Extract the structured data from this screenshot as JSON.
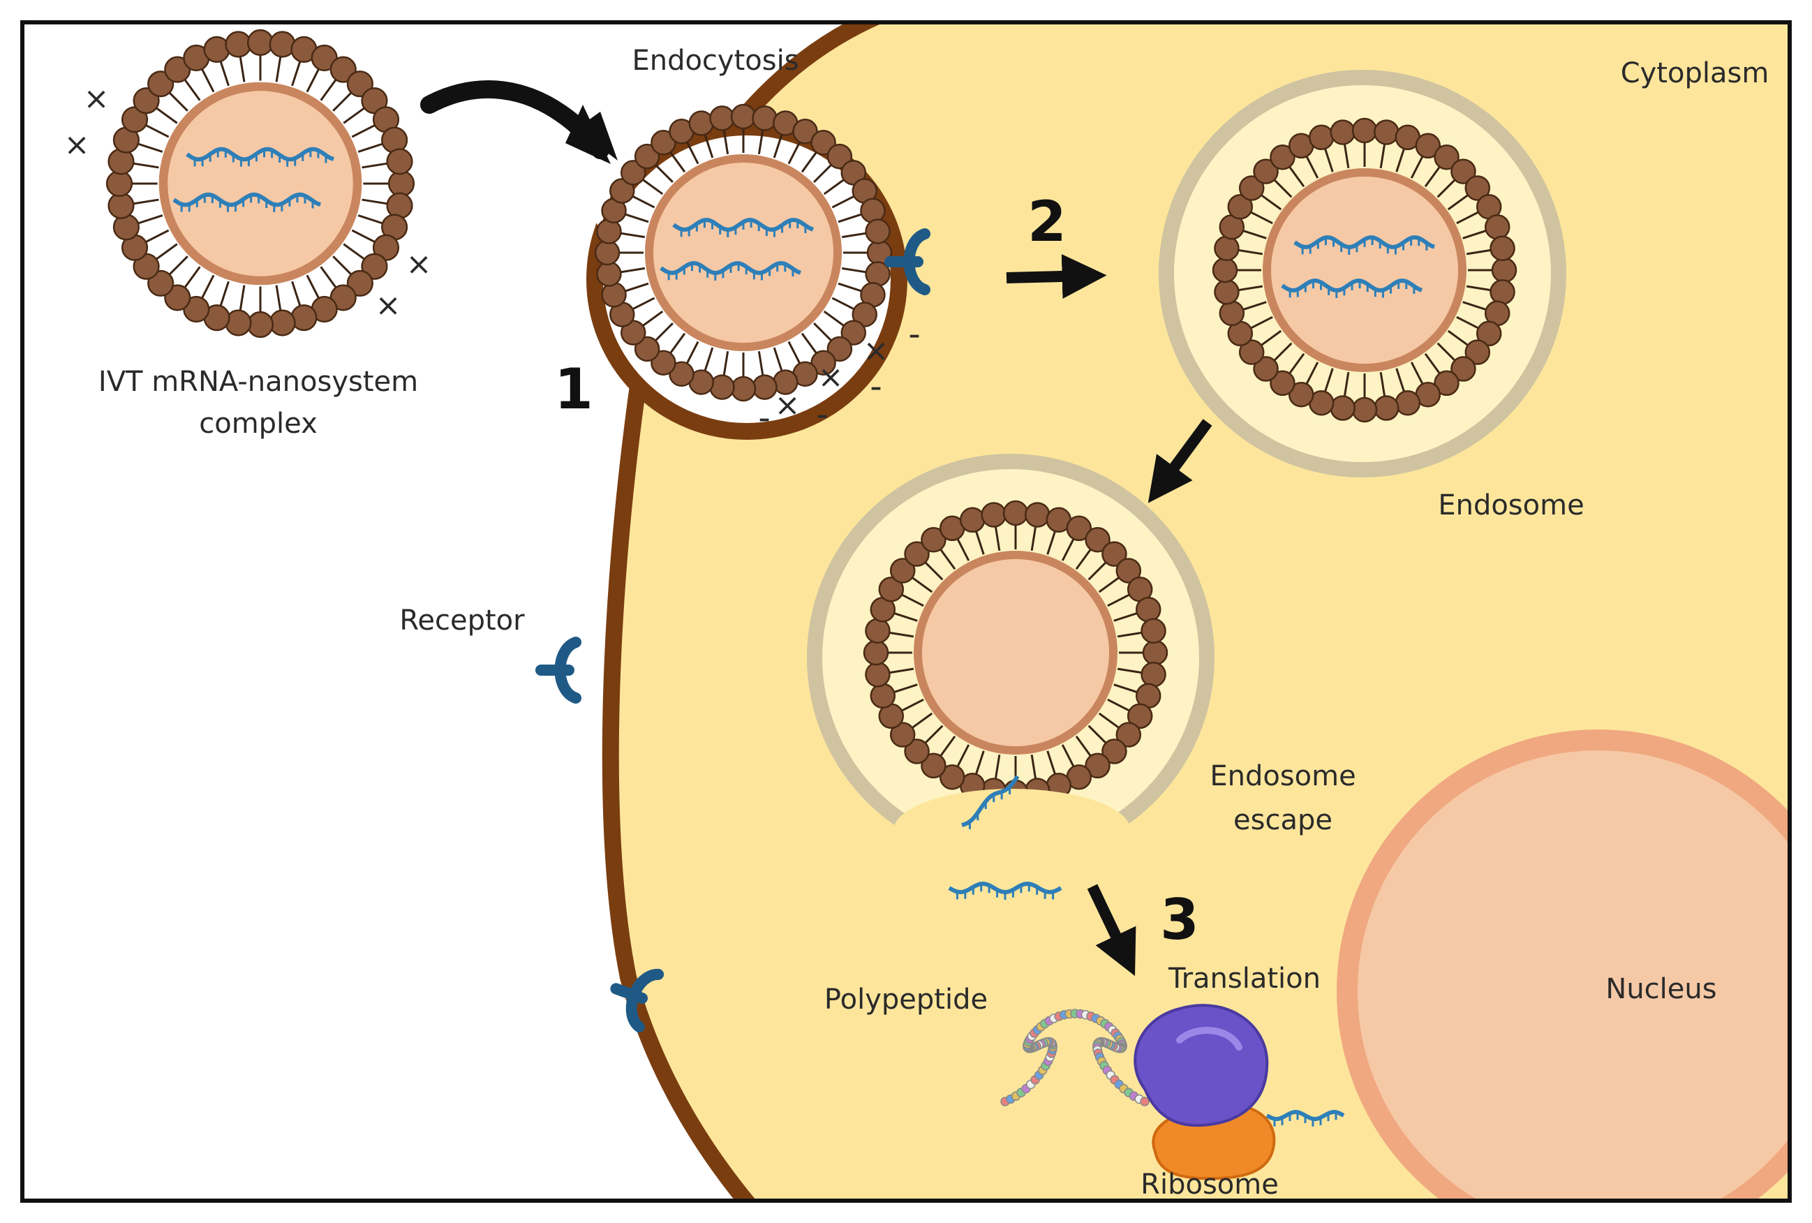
{
  "labels": {
    "complex_line1": "IVT mRNA-nanosystem",
    "complex_line2": "complex",
    "endocytosis": "Endocytosis",
    "cytoplasm": "Cytoplasm",
    "endosome": "Endosome",
    "endosome_escape_line1": "Endosome",
    "endosome_escape_line2": "escape",
    "receptor": "Receptor",
    "polypeptide": "Polypeptide",
    "translation": "Translation",
    "nucleus": "Nucleus",
    "ribosome": "Ribosome"
  },
  "steps": [
    "1",
    "2",
    "3"
  ],
  "charges": {
    "positive": "×",
    "negative": "-"
  },
  "colors": {
    "cytoplasm": "#fde69c",
    "membrane": "#7a3d10",
    "lipid_head": "#8b5a3c",
    "lipid_head_stroke": "#4a2a14",
    "core": "#f6c9a6",
    "core_ring": "#c9865e",
    "mrna": "#2e7fb8",
    "receptor": "#1f5a86",
    "endosome_ring": "#cfc3a0",
    "nucleus": "#f6c9a6",
    "nucleus_rim": "#f0a880",
    "ribosome_large": "#6a52c8",
    "ribosome_small": "#f08a28",
    "border": "#111111"
  },
  "icons": [
    "nanoparticle-icon",
    "mrna-strand-icon",
    "receptor-icon",
    "ribosome-icon",
    "polypeptide-chain-icon",
    "arrow-icon"
  ]
}
